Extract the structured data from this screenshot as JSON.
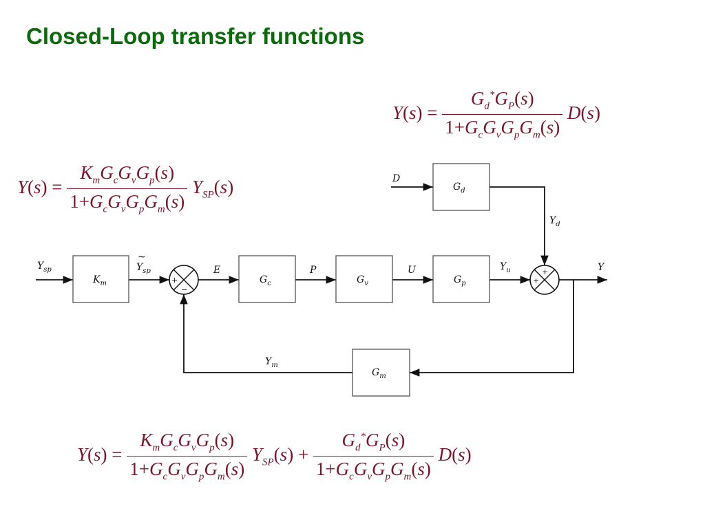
{
  "title": "Closed-Loop transfer functions",
  "symbols": {
    "Y": "Y",
    "s": "s",
    "D": "D",
    "G": "G",
    "K": "K",
    "one": "1",
    "plus": "+",
    "equals": "=",
    "lp": "(",
    "rp": ")",
    "sub_m": "m",
    "sub_c": "c",
    "sub_v": "v",
    "sub_p": "p",
    "sub_P": "P",
    "sub_d": "d",
    "sub_SP": "SP",
    "sup_star": "*"
  },
  "diagram": {
    "blocks": {
      "km": {
        "main": "K",
        "sub": "m"
      },
      "gc": {
        "main": "G",
        "sub": "c"
      },
      "gv": {
        "main": "G",
        "sub": "v"
      },
      "gp": {
        "main": "G",
        "sub": "p"
      },
      "gd": {
        "main": "G",
        "sub": "d"
      },
      "gm": {
        "main": "G",
        "sub": "m"
      }
    },
    "signals": {
      "ysp": {
        "main": "Y",
        "sub": "sp"
      },
      "ysp_tilde": {
        "main": "Y",
        "sub": "sp",
        "mark": "~"
      },
      "e": {
        "main": "E"
      },
      "p": {
        "main": "P"
      },
      "u": {
        "main": "U"
      },
      "yu": {
        "main": "Y",
        "sub": "u"
      },
      "y": {
        "main": "Y"
      },
      "d": {
        "main": "D"
      },
      "yd": {
        "main": "Y",
        "sub": "d"
      },
      "ym": {
        "main": "Y",
        "sub": "m"
      }
    },
    "signs": {
      "plus": "+",
      "minus": "−"
    }
  }
}
